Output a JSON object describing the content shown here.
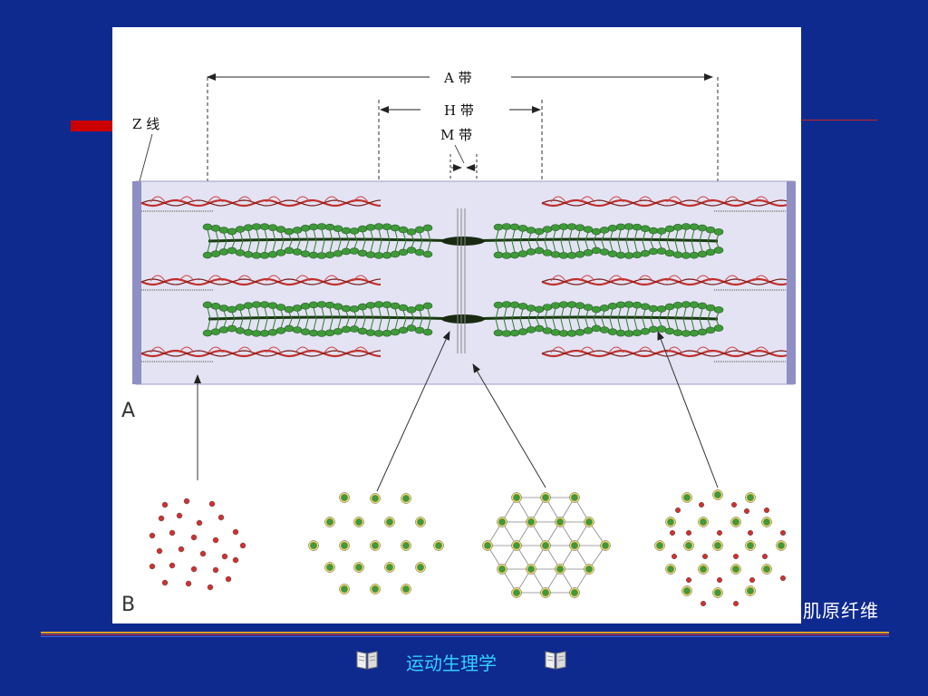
{
  "slide": {
    "caption": "肌原纤维",
    "footer_title": "运动生理学"
  },
  "figure": {
    "labels": {
      "a_band": "A 带",
      "h_band": "H 带",
      "m_band": "M 带",
      "z_line": "Z 线",
      "panel_a": "A",
      "panel_b": "B"
    }
  },
  "colors": {
    "background": "#0f2a8f",
    "accent_red": "#cc0000",
    "footer_text": "#33d0ff",
    "thick_filament": "#3f9a3a",
    "thin_filament": "#c0302c",
    "sarcomere_bg": "#e3e3f4",
    "z_disc": "#8f8fc4"
  },
  "icons": {
    "footer_left": "book-icon",
    "footer_right": "book-icon"
  }
}
